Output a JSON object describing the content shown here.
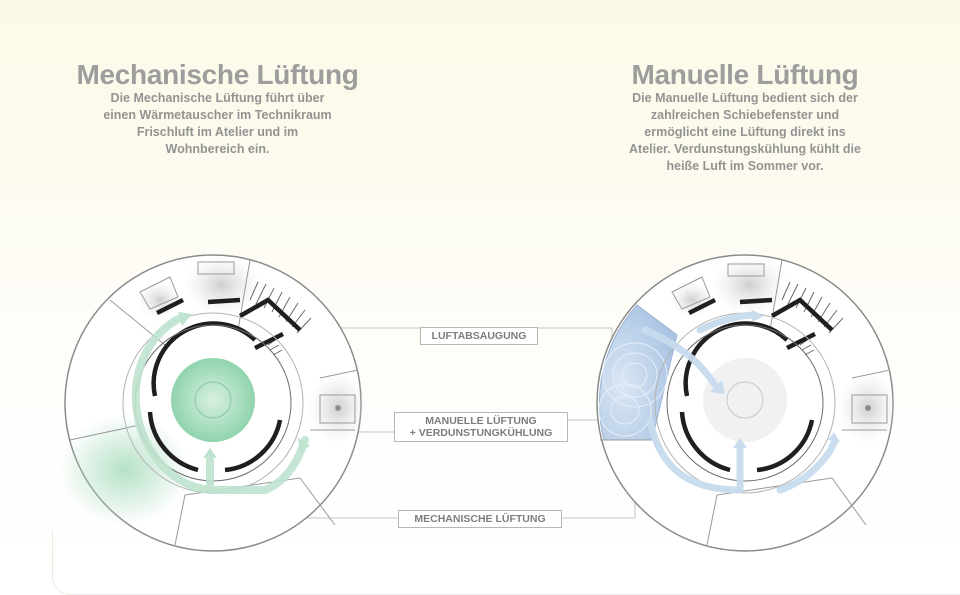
{
  "left_panel": {
    "title": "Mechanische Lüftung",
    "description": "Die Mechanische Lüftung führt über\neinen Wärmetauscher im Technikraum\nFrischluft im Atelier und im\nWohnbereich ein."
  },
  "right_panel": {
    "title": "Manuelle Lüftung",
    "description": "Die Manuelle Lüftung bedient sich der\nzahlreichen Schiebefenster und\nermöglicht eine Lüftung direkt ins\nAtelier. Verdunstungskühlung kühlt die\nheiße Luft im Sommer vor."
  },
  "legend": {
    "luftabsaugung": "LUFTABSAUGUNG",
    "manuelle": "MANUELLE LÜFTUNG\n+ VERDUNSTUNGKÜHLUNG",
    "mechanische": "MECHANISCHE LÜFTUNG"
  },
  "colors": {
    "mechanical_flow": "#bfe3cf",
    "mechanical_core": "#8fd4ad",
    "manual_flow": "#c8dcee",
    "manual_zone": "#b9d0ea"
  }
}
